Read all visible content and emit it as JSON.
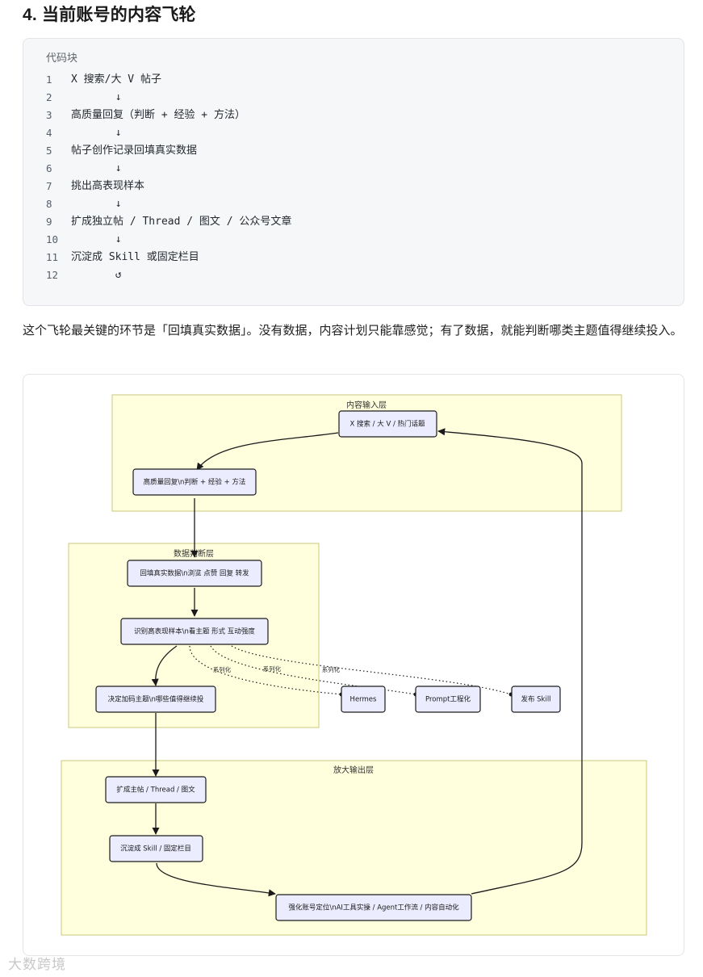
{
  "heading": "4. 当前账号的内容飞轮",
  "code_block": {
    "caption": "代码块",
    "lines": [
      {
        "num": "1",
        "text": "X 搜索/大 V 帖子"
      },
      {
        "num": "2",
        "text": "       ↓"
      },
      {
        "num": "3",
        "text": "高质量回复（判断 + 经验 + 方法）"
      },
      {
        "num": "4",
        "text": "       ↓"
      },
      {
        "num": "5",
        "text": "帖子创作记录回填真实数据"
      },
      {
        "num": "6",
        "text": "       ↓"
      },
      {
        "num": "7",
        "text": "挑出高表现样本"
      },
      {
        "num": "8",
        "text": "       ↓"
      },
      {
        "num": "9",
        "text": "扩成独立帖 / Thread / 图文 / 公众号文章"
      },
      {
        "num": "10",
        "text": "       ↓"
      },
      {
        "num": "11",
        "text": "沉淀成 Skill 或固定栏目"
      },
      {
        "num": "12",
        "text": "       ↺"
      }
    ]
  },
  "paragraph": "这个飞轮最关键的环节是「回填真实数据」。没有数据，内容计划只能靠感觉；有了数据，就能判断哪类主题值得继续投入。",
  "diagram": {
    "clusters": {
      "input": "内容输入层",
      "data": "数据判断层",
      "output": "放大输出层"
    },
    "nodes": {
      "search": "X 搜索 / 大 V / 热门话题",
      "reply": "高质量回复\\n判断 + 经验 + 方法",
      "backfill": "回填真实数据\\n浏览 点赞 回复 转发",
      "identify": "识别高表现样本\\n看主题 形式 互动强度",
      "decide": "决定加码主题\\n哪些值得继续投",
      "expand": "扩成主帖 / Thread / 图文",
      "settle": "沉淀成 Skill / 固定栏目",
      "strengthen": "强化账号定位\\nAI工具实操 / Agent工作流 / 内容自动化",
      "hermes": "Hermes",
      "prompt": "Prompt工程化",
      "publish": "发布 Skill"
    },
    "edge_labels": {
      "e1": "系列化",
      "e2": "系列化",
      "e3": "系列化"
    }
  },
  "watermark": "大数跨境"
}
